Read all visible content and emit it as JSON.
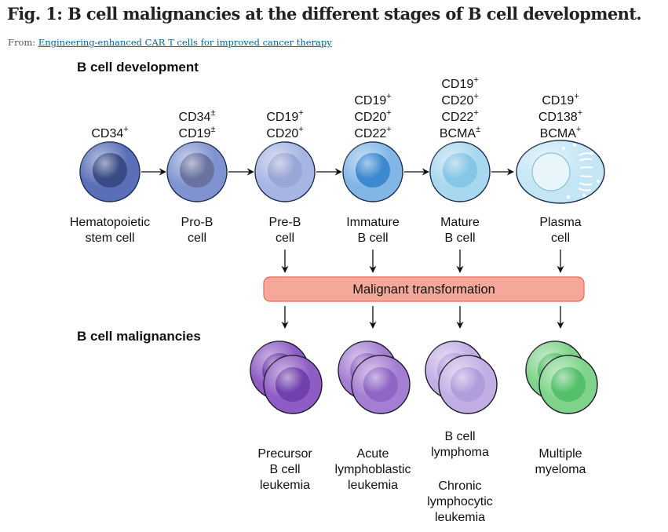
{
  "header": {
    "title": "Fig. 1: B cell malignancies at the different stages of B cell development.",
    "from_label": "From:",
    "source_link": "Engineering-enhanced CAR T cells for improved cancer therapy"
  },
  "sections": {
    "development": "B cell development",
    "malignancies": "B cell malignancies"
  },
  "transformation_label": "Malignant transformation",
  "stages": [
    {
      "markers": [
        [
          "CD34",
          "+"
        ]
      ],
      "name": [
        "Hematopoietic",
        "stem cell"
      ]
    },
    {
      "markers": [
        [
          "CD34",
          "±"
        ],
        [
          "CD19",
          "±"
        ]
      ],
      "name": [
        "Pro-B",
        "cell"
      ]
    },
    {
      "markers": [
        [
          "CD19",
          "+"
        ],
        [
          "CD20",
          "+"
        ]
      ],
      "name": [
        "Pre-B",
        "cell"
      ]
    },
    {
      "markers": [
        [
          "CD19",
          "+"
        ],
        [
          "CD20",
          "+"
        ],
        [
          "CD22",
          "+"
        ]
      ],
      "name": [
        "Immature",
        "B cell"
      ]
    },
    {
      "markers": [
        [
          "CD19",
          "+"
        ],
        [
          "CD20",
          "+"
        ],
        [
          "CD22",
          "+"
        ],
        [
          "BCMA",
          "±"
        ]
      ],
      "name": [
        "Mature",
        "B cell"
      ]
    },
    {
      "markers": [
        [
          "CD19",
          "+"
        ],
        [
          "CD138",
          "+"
        ],
        [
          "BCMA",
          "+"
        ]
      ],
      "name": [
        "Plasma",
        "cell"
      ]
    }
  ],
  "malignancies": [
    {
      "lines": [
        "Precursor",
        "B cell",
        "leukemia"
      ]
    },
    {
      "lines": [
        "Acute",
        "lymphoblastic",
        "leukemia"
      ]
    },
    {
      "lines": [
        "B cell",
        "lymphoma"
      ],
      "extra": [
        "Chronic",
        "lymphocytic",
        "leukemia"
      ]
    },
    {
      "lines": [
        "Multiple",
        "myeloma"
      ]
    }
  ],
  "colors": {
    "stage_cells": [
      "#5a6fb8",
      "#7f93d0",
      "#a7b5e2",
      "#82b6e6",
      "#a8d8ef",
      "#c4e6f4"
    ],
    "stage_nuclei": [
      "#3a4a86",
      "#6873a0",
      "#9aa6d6",
      "#3d89d0",
      "#86c6e6",
      "#e8f6fb"
    ],
    "malignancy_cells": [
      "#8e5cc4",
      "#a47ed2",
      "#c3aee4",
      "#7fd38a"
    ],
    "malignancy_nuclei": [
      "#7040ac",
      "#9066c4",
      "#b29ddc",
      "#55c06a"
    ],
    "transformation_fill": "#f5a89a",
    "transformation_stroke": "#e86a56"
  }
}
